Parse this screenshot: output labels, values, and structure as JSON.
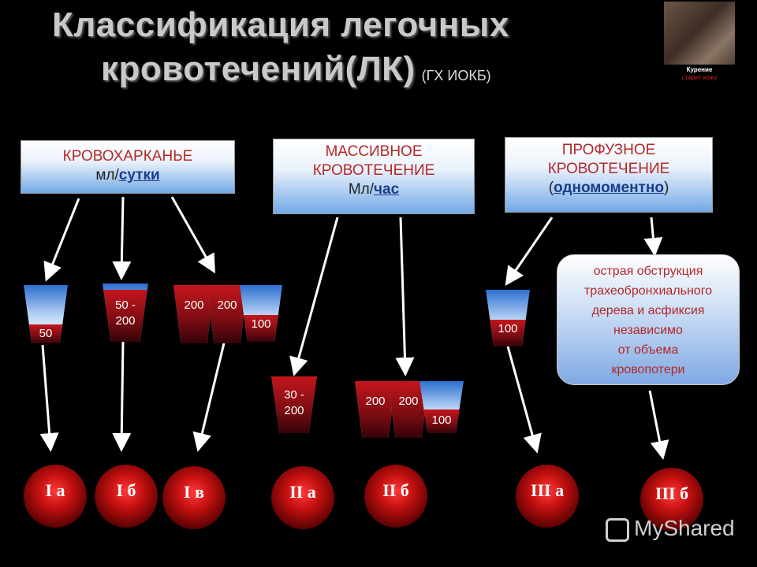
{
  "title": {
    "line1": "Классификация легочных",
    "line2": "кровотечений(ЛК)",
    "source": "(ГХ ИОКБ)"
  },
  "thumbnail": {
    "caption1": "Курение",
    "caption2": "старит кожу"
  },
  "headers": {
    "h1": {
      "line1": "КРОВОХАРКАНЬЕ",
      "unit_prefix": "мл/",
      "unit_key": "сутки"
    },
    "h2": {
      "line1": "МАССИВНОЕ",
      "line2": "КРОВОТЕЧЕНИЕ",
      "unit_prefix": "Мл/",
      "unit_key": "час"
    },
    "h3": {
      "line1": "ПРОФУЗНОЕ",
      "line2": "КРОВОТЕЧЕНИЕ",
      "paren_open": "(",
      "unit_key": "одномоментно",
      "paren_close": ")"
    }
  },
  "cups": {
    "c1": "50",
    "c2": "50 - 200",
    "c3a": "200",
    "c3b": "200",
    "c3c": "100",
    "c4": "30 - 200",
    "c5a": "200",
    "c5b": "200",
    "c5c": "100",
    "c6": "100"
  },
  "note": {
    "lines": [
      "острая обструкция",
      "трахеобронхиального",
      "дерева и асфиксия",
      "независимо",
      "от объема",
      "кровопотери"
    ]
  },
  "classes": {
    "ia": "I а",
    "ib": "I б",
    "iv": "I в",
    "iia": "II а",
    "iib": "II б",
    "iiia": "III а",
    "iiib": "III б"
  },
  "watermark": "MyShared",
  "colors": {
    "accent_red": "#b42828",
    "header_blue": "#73a9e6",
    "ball_red": "#c41010"
  }
}
